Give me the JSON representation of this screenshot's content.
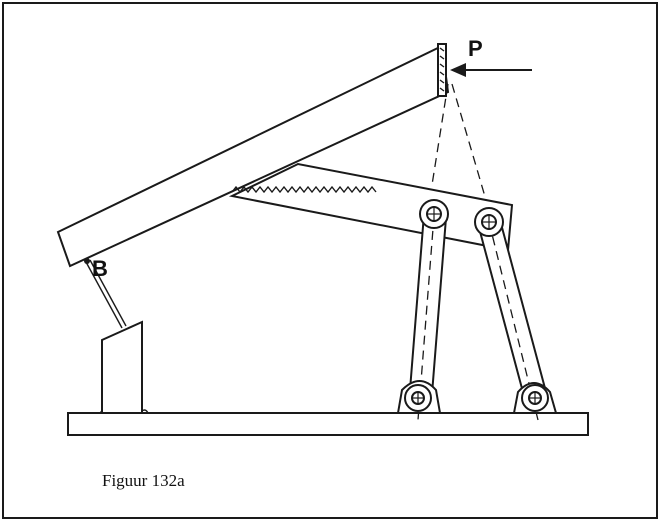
{
  "labels": {
    "force": "P",
    "joint": "B"
  },
  "caption": "Figuur 132a",
  "colors": {
    "ink": "#1a1a1a",
    "paper": "#ffffff"
  }
}
